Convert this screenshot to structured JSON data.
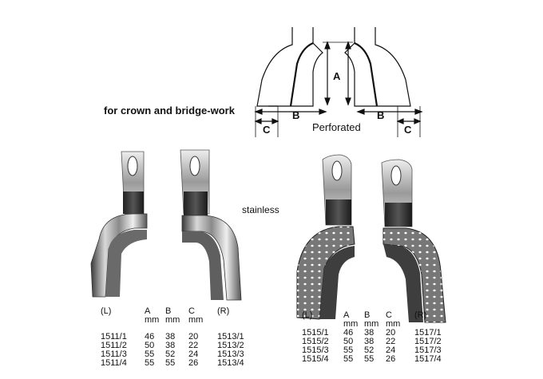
{
  "heading": "for crown and bridge-work",
  "diagram": {
    "label_a": "A",
    "label_b_left": "B",
    "label_b_right": "B",
    "label_c_left": "C",
    "label_c_right": "C",
    "perforated": "Perforated"
  },
  "material_label": "stainless",
  "table_left": {
    "col_l": "(L)",
    "col_a": "A",
    "col_b": "B",
    "col_c": "C",
    "col_r": "(R)",
    "unit": "mm",
    "rows": [
      {
        "l": "1511/1",
        "a": "46",
        "b": "38",
        "c": "20",
        "r": "1513/1"
      },
      {
        "l": "1511/2",
        "a": "50",
        "b": "38",
        "c": "22",
        "r": "1513/2"
      },
      {
        "l": "1511/3",
        "a": "55",
        "b": "52",
        "c": "24",
        "r": "1513/3"
      },
      {
        "l": "1511/4",
        "a": "55",
        "b": "55",
        "c": "26",
        "r": "1513/4"
      }
    ]
  },
  "table_right": {
    "col_l": "(L)",
    "col_a": "A",
    "col_b": "B",
    "col_c": "C",
    "col_r": "(R)",
    "unit": "mm",
    "rows": [
      {
        "l": "1515/1",
        "a": "46",
        "b": "38",
        "c": "20",
        "r": "1517/1"
      },
      {
        "l": "1515/2",
        "a": "50",
        "b": "38",
        "c": "22",
        "r": "1517/2"
      },
      {
        "l": "1515/3",
        "a": "55",
        "b": "52",
        "c": "24",
        "r": "1517/3"
      },
      {
        "l": "1515/4",
        "a": "55",
        "b": "55",
        "c": "26",
        "r": "1517/4"
      }
    ]
  }
}
